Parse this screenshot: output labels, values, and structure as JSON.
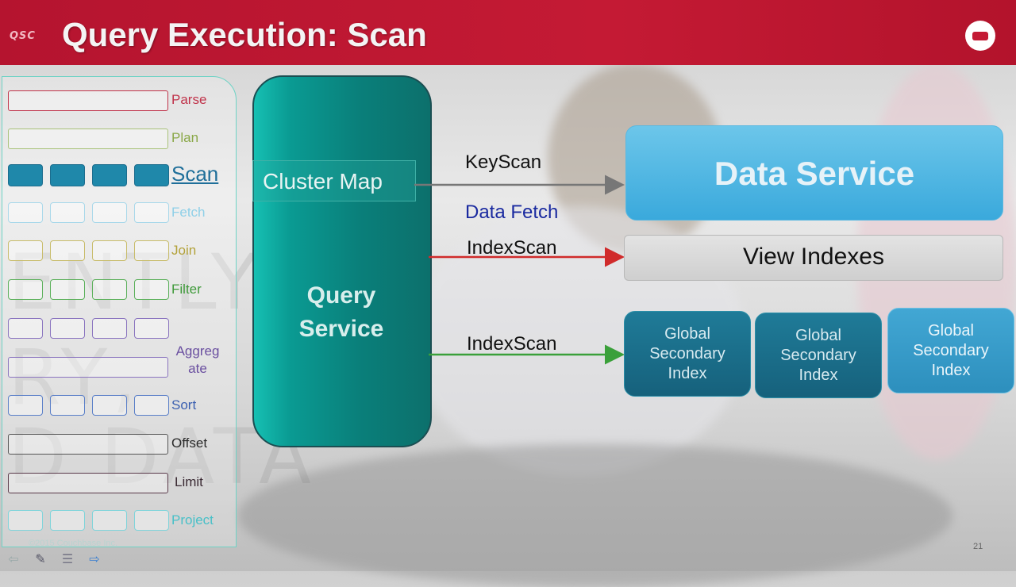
{
  "slide": {
    "title": "Query Execution: Scan",
    "logo_left_text": "QSC",
    "page_number": "21",
    "copyright": "©2015 Couchbase Inc."
  },
  "pipeline": {
    "stages": [
      {
        "label": "Parse",
        "color": "#c0334a"
      },
      {
        "label": "Plan",
        "color": "#8aa848"
      },
      {
        "label": "Scan",
        "color": "#1f6f9a"
      },
      {
        "label": "Fetch",
        "color": "#8fd0e8"
      },
      {
        "label": "Join",
        "color": "#b3a23a"
      },
      {
        "label": "Filter",
        "color": "#3f9a3a"
      },
      {
        "label": "Aggreg\nate",
        "color": "#6a4fa0"
      },
      {
        "label": "Sort",
        "color": "#3a5fb0"
      },
      {
        "label": "Offset",
        "color": "#2a2a2a"
      },
      {
        "label": "Limit",
        "color": "#3a2a33"
      },
      {
        "label": "Project",
        "color": "#47c0c8"
      }
    ],
    "active_stage": "Scan"
  },
  "query_service": {
    "title_line1": "Query",
    "title_line2": "Service",
    "cluster_map": "Cluster Map"
  },
  "arrows": {
    "keyscan": "KeyScan",
    "data_fetch": "Data Fetch",
    "indexscan_view": "IndexScan",
    "indexscan_gsi": "IndexScan",
    "colors": {
      "keyscan": "#777777",
      "indexscan_view": "#d02b2b",
      "indexscan_gsi": "#3aa03a",
      "data_fetch": "#1a2aa0"
    }
  },
  "data_service": {
    "label": "Data Service"
  },
  "view_indexes": {
    "label": "View Indexes"
  },
  "gsi_nodes": [
    {
      "line1": "Global",
      "line2": "Secondary",
      "line3": "Index"
    },
    {
      "line1": "Global",
      "line2": "Secondary",
      "line3": "Index"
    },
    {
      "line1": "Global",
      "line2": "Secondary",
      "line3": "Index"
    }
  ],
  "nav": {
    "prev_icon": "arrow-left-icon",
    "pen_icon": "pen-icon",
    "menu_icon": "menu-icon",
    "next_icon": "arrow-right-icon"
  }
}
